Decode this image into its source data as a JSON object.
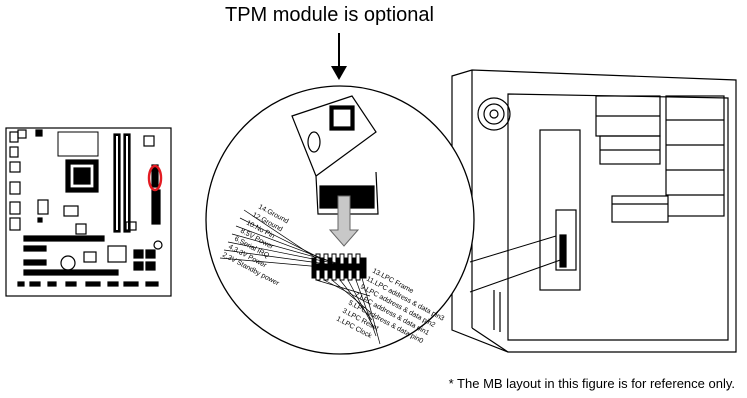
{
  "title": "TPM module is optional",
  "footnote": "* The MB layout in this figure is for reference only.",
  "pins_left": [
    "14.Ground",
    "12.Ground",
    "10.No Pin",
    "8.5V Power",
    "6.Serial IRQ",
    "4.3.3V Power",
    "2.3V Standby power"
  ],
  "pins_right": [
    "13.LPC Frame",
    "11.LPC address & data pin3",
    "9.LPC address & data pin2",
    "7.LPC address & data pin1",
    "5.LPC address & data pin0",
    "3.LPC Reset",
    "1.LPC Clock"
  ]
}
